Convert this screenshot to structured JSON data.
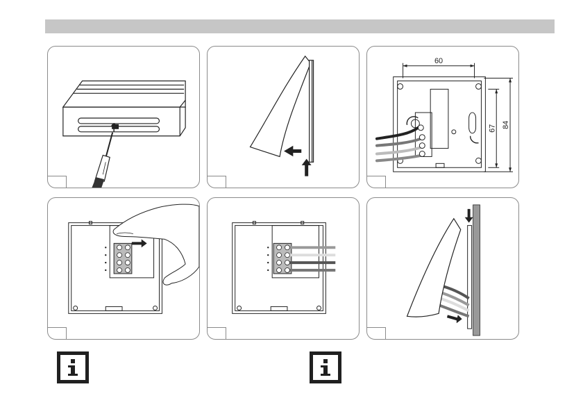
{
  "header": {
    "bar_color": "#c6c6c6"
  },
  "dimensions": {
    "width_label": "60",
    "height_inner_label": "67",
    "height_outer_label": "84"
  },
  "panels": [
    {
      "name": "open-housing",
      "icon": "screwdriver-icon"
    },
    {
      "name": "remove-cover",
      "icon": "arrow-icon"
    },
    {
      "name": "mounting-dimensions",
      "icon": "dimension-icon"
    },
    {
      "name": "insert-terminal-block",
      "icon": "hand-icon"
    },
    {
      "name": "connect-wires",
      "icon": "wire-icon"
    },
    {
      "name": "close-housing",
      "icon": "arrow-icon"
    }
  ],
  "info_icons": [
    {
      "icon": "info-icon"
    },
    {
      "icon": "info-icon"
    }
  ],
  "footer": {
    "note": ""
  }
}
